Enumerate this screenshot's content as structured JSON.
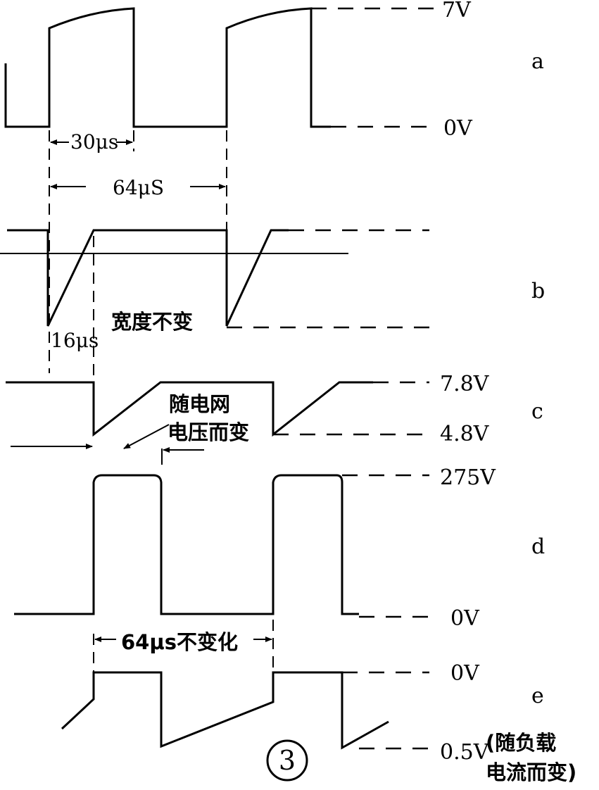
{
  "traces": {
    "a": {
      "label": "a",
      "high": "7V",
      "low": "0V"
    },
    "b": {
      "label": "b",
      "pulse_width": "16μs",
      "note": "宽度不变"
    },
    "c": {
      "label": "c",
      "high": "7.8V",
      "low": "4.8V",
      "note_line1": "随电网",
      "note_line2": "电压而变"
    },
    "d": {
      "label": "d",
      "high": "275V",
      "low": "0V",
      "period": "64μs不变化"
    },
    "e": {
      "label": "e",
      "high": "0V",
      "low": "0.5V",
      "note_line1": "(随负载",
      "note_line2": "电流而变)"
    }
  },
  "timing": {
    "pulse": "30μs",
    "period": "64μS"
  },
  "figure_number": "3"
}
